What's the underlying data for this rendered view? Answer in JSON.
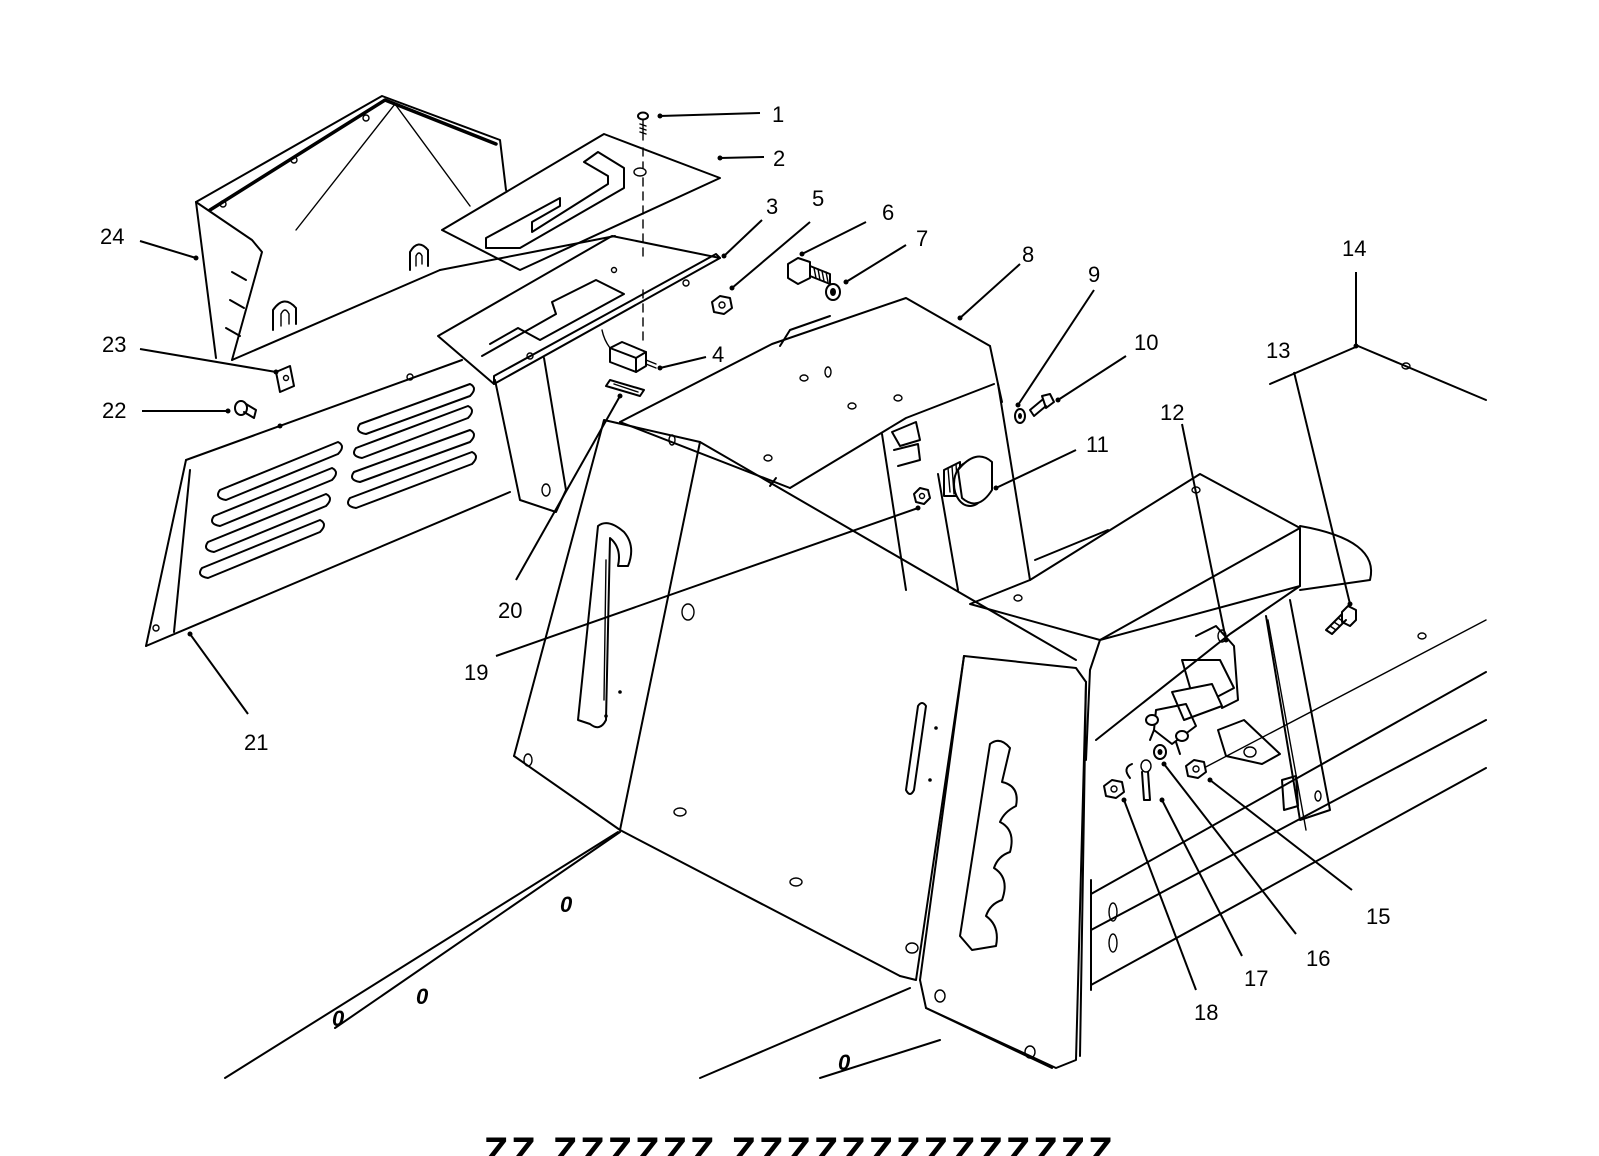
{
  "diagram": {
    "callouts": [
      {
        "id": "1",
        "label": "1"
      },
      {
        "id": "2",
        "label": "2"
      },
      {
        "id": "3",
        "label": "3"
      },
      {
        "id": "4",
        "label": "4"
      },
      {
        "id": "5",
        "label": "5"
      },
      {
        "id": "6",
        "label": "6"
      },
      {
        "id": "7",
        "label": "7"
      },
      {
        "id": "8",
        "label": "8"
      },
      {
        "id": "9",
        "label": "9"
      },
      {
        "id": "10",
        "label": "10"
      },
      {
        "id": "11",
        "label": "11"
      },
      {
        "id": "12",
        "label": "12"
      },
      {
        "id": "13",
        "label": "13"
      },
      {
        "id": "14",
        "label": "14"
      },
      {
        "id": "15",
        "label": "15"
      },
      {
        "id": "16",
        "label": "16"
      },
      {
        "id": "17",
        "label": "17"
      },
      {
        "id": "18",
        "label": "18"
      },
      {
        "id": "19",
        "label": "19"
      },
      {
        "id": "20",
        "label": "20"
      },
      {
        "id": "21",
        "label": "21"
      },
      {
        "id": "22",
        "label": "22"
      },
      {
        "id": "23",
        "label": "23"
      },
      {
        "id": "24",
        "label": "24"
      }
    ],
    "deck_marks": [
      "0",
      "0",
      "0",
      "0"
    ],
    "cut_off_caption": "ZZ ZZZZZZ ZZZZZZZZZZZZZZ"
  }
}
